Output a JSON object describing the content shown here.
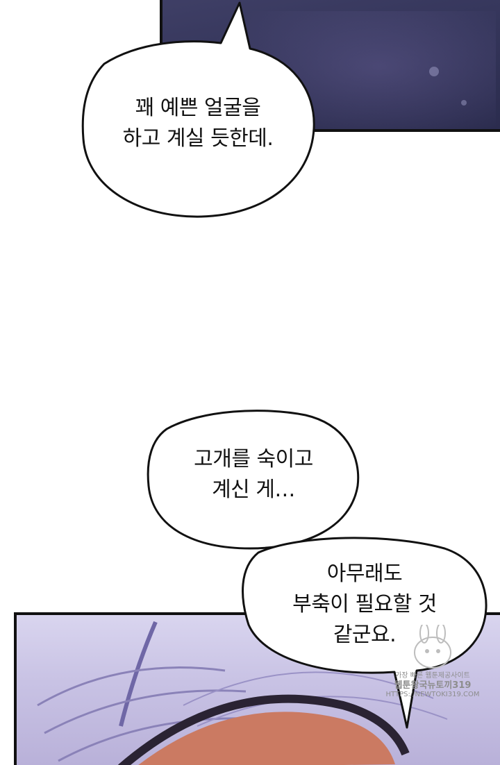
{
  "colors": {
    "top_panel": "#34355a",
    "bottom_panel": "#c8c2e4",
    "bubble_fill": "#ffffff",
    "bubble_stroke": "#111111",
    "watermark_text": "#8d8d8d"
  },
  "bubbles": [
    {
      "lines": [
        "꽤 예쁜 얼굴을",
        "하고 계실 듯한데."
      ]
    },
    {
      "lines": [
        "고개를 숙이고",
        "계신 게…"
      ]
    },
    {
      "lines": [
        "아무래도",
        "부축이 필요할 것",
        "같군요."
      ]
    }
  ],
  "watermark": {
    "line1": "가장 빠른 웹툰제공사이트",
    "line2": "웹툰왕국뉴토끼319",
    "line3": "HTTPS://NEWTOKI319.COM"
  }
}
